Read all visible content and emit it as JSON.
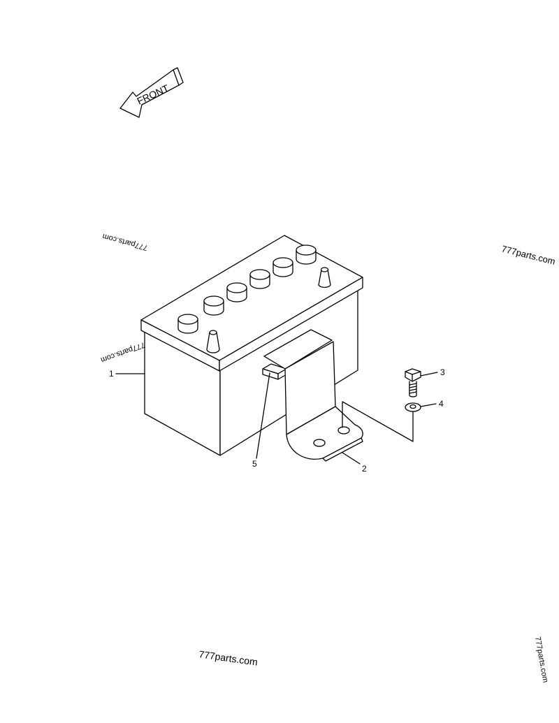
{
  "diagram": {
    "direction_label": "FRONT",
    "callouts": [
      {
        "id": "1",
        "label": "1",
        "part": "battery"
      },
      {
        "id": "2",
        "label": "2",
        "part": "bracket"
      },
      {
        "id": "3",
        "label": "3",
        "part": "bolt"
      },
      {
        "id": "4",
        "label": "4",
        "part": "washer"
      },
      {
        "id": "5",
        "label": "5",
        "part": "pad"
      }
    ],
    "watermarks": [
      {
        "id": "wm1",
        "text": "777parts.com"
      },
      {
        "id": "wm2",
        "text": "777parts.com"
      },
      {
        "id": "wm3",
        "text": "777parts.com"
      },
      {
        "id": "wm4",
        "text": "777parts.com"
      },
      {
        "id": "wm5",
        "text": "777parts.com"
      }
    ]
  }
}
